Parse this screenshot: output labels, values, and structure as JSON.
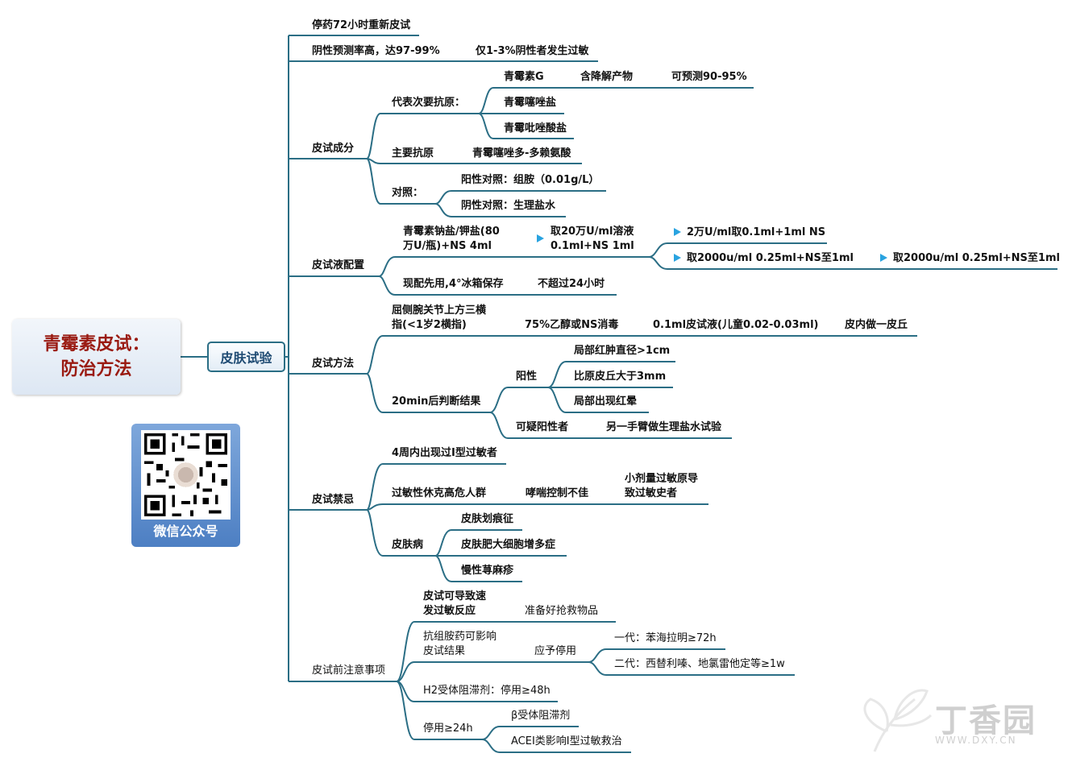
{
  "root_title": [
    "青霉素皮试：",
    "防治方法"
  ],
  "main_topic": "皮肤试验",
  "qr_label": "微信公众号",
  "colors": {
    "line": "#2b6e85",
    "root_text": "#9a1b12",
    "arrow": "#29a3e0",
    "qr_bg": "#5b8bcd"
  },
  "branches": {
    "stop": "停药72小时重新皮试",
    "negative": "阴性预测率高，达97-99%",
    "negative_note": "仅1-3%阴性者发生过敏",
    "components": {
      "label": "皮试成分",
      "minor": "代表次要抗原：",
      "pen_g": "青霉素G",
      "degradation": "含降解产物",
      "predict": "可预测90-95%",
      "penicilloate": "青霉噻唑盐",
      "penilloate": "青霉吡唑酸盐",
      "major": "主要抗原",
      "major_value": "青霉噻唑多-多赖氨酸",
      "control": "对照：",
      "positive_ctrl": "阳性对照：组胺（0.01g/L）",
      "negative_ctrl": "阴性对照：生理盐水"
    },
    "solution": {
      "label": "皮试液配置",
      "salt": [
        "青霉素钠盐/钾盐(80",
        "万U/瓶)+NS 4ml"
      ],
      "take1": [
        "取20万U/ml溶液",
        "0.1ml+NS 1ml"
      ],
      "step2": "2万U/ml取0.1ml+1ml NS",
      "step3": "取2000u/ml 0.25ml+NS至1ml",
      "step4": "取2000u/ml 0.25ml+NS至1ml",
      "fresh": "现配先用,4°冰箱保存",
      "limit": "不超过24小时"
    },
    "method": {
      "label": "皮试方法",
      "site": [
        "屈侧腕关节上方三横",
        "指(<1岁2横指)"
      ],
      "disinfect": "75%乙醇或NS消毒",
      "dose": "0.1ml皮试液(儿童0.02-0.03ml)",
      "bleb": "皮内做一皮丘",
      "judge": "20min后判断结果",
      "positive": "阳性",
      "pos1": "局部红肿直径>1cm",
      "pos2": "比原皮丘大于3mm",
      "pos3": "局部出现红晕",
      "suspect": "可疑阳性者",
      "suspect_action": "另一手臂做生理盐水试验"
    },
    "contra": {
      "label": "皮试禁忌",
      "c1": "4周内出现过I型过敏者",
      "c2": "过敏性休克高危人群",
      "asthma": "哮喘控制不佳",
      "small_dose": [
        "小剂量过敏原导",
        "致过敏史者"
      ],
      "skin": "皮肤病",
      "s1": "皮肤划痕征",
      "s2": "皮肤肥大细胞增多症",
      "s3": "慢性荨麻疹"
    },
    "notes": {
      "label": "皮试前注意事项",
      "n1": [
        "皮试可导致速",
        "发过敏反应"
      ],
      "n1_action": "准备好抢救物品",
      "n2": [
        "抗组胺药可影响",
        "皮试结果"
      ],
      "n2_action": "应予停用",
      "gen1": "一代：苯海拉明≥72h",
      "gen2": "二代：西替利嗪、地氯雷他定等≥1w",
      "h2": "H2受体阻滞剂：停用≥48h",
      "stop24": "停用≥24h",
      "beta": "β受体阻滞剂",
      "acei": "ACEI类影响I型过敏救治"
    }
  },
  "watermark": {
    "title": "丁香园",
    "url": "WWW.DXY.CN"
  }
}
